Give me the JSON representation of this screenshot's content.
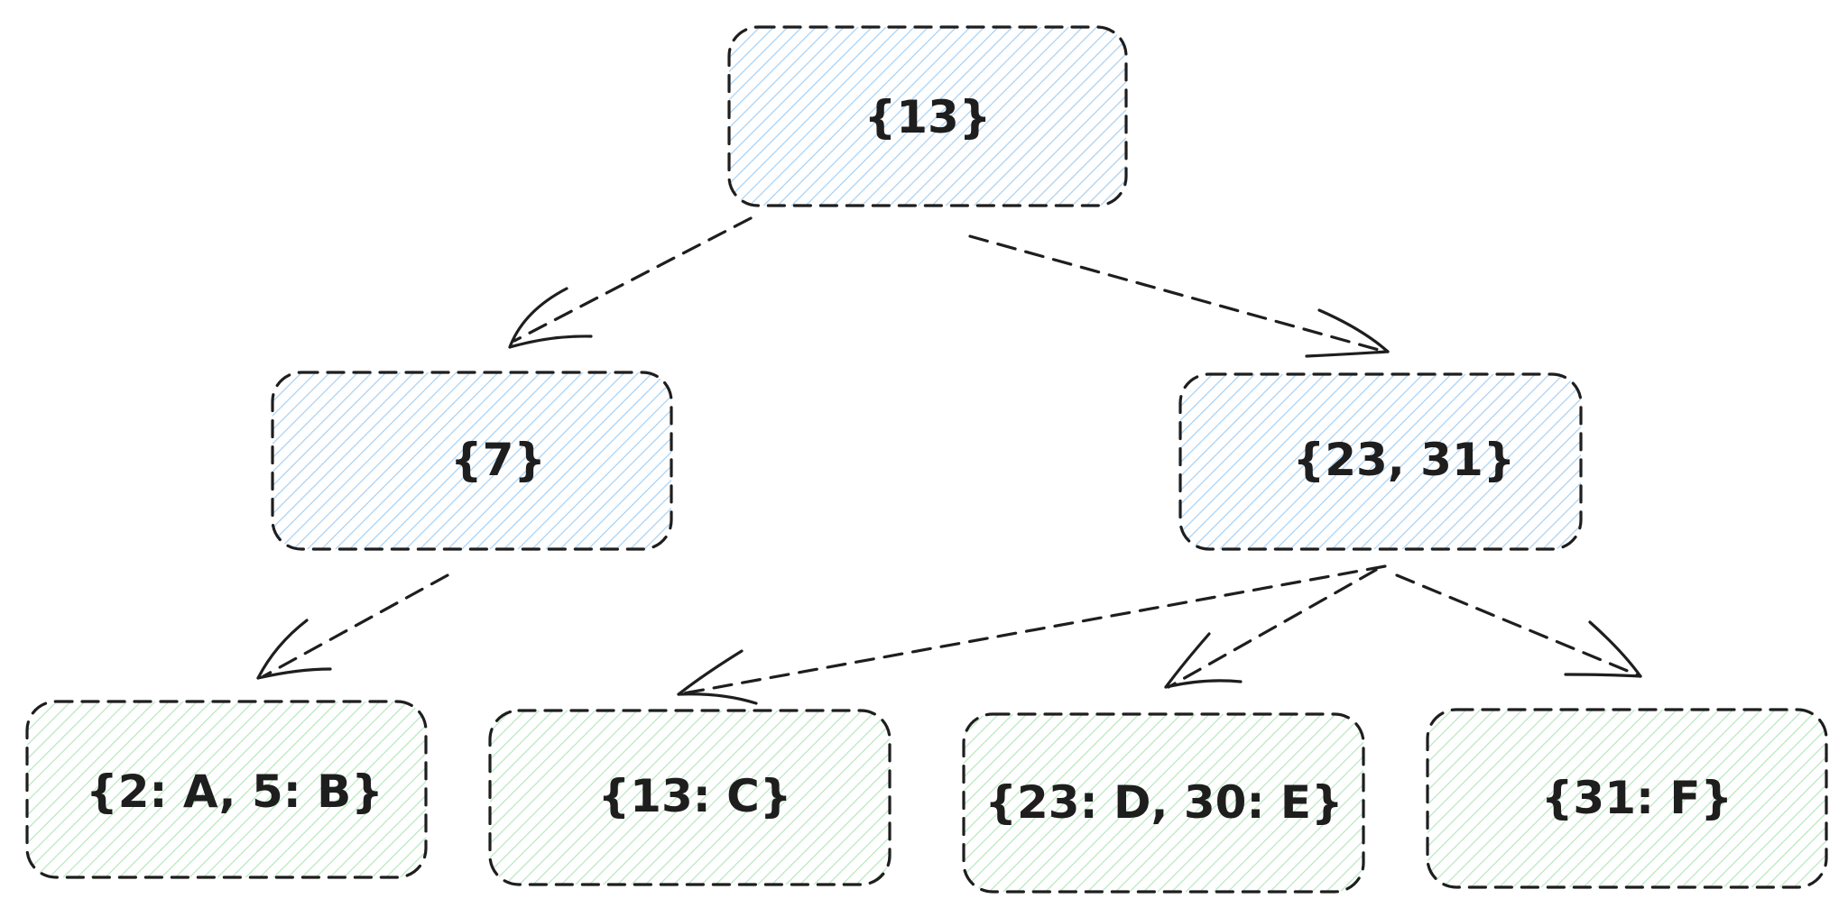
{
  "colors": {
    "stroke": "#1e1e1e",
    "internal_node_hatch": "#a5d0f3",
    "leaf_node_hatch": "#b5e8be",
    "background": "#ffffff"
  },
  "tree": {
    "root": {
      "label": "{13}"
    },
    "internal": [
      {
        "label": "{7}"
      },
      {
        "label": "{23, 31}"
      }
    ],
    "leaves": [
      {
        "label": "{2: A, 5: B}"
      },
      {
        "label": "{13: C}"
      },
      {
        "label": "{23: D, 30: E}"
      },
      {
        "label": "{31: F}"
      }
    ]
  }
}
